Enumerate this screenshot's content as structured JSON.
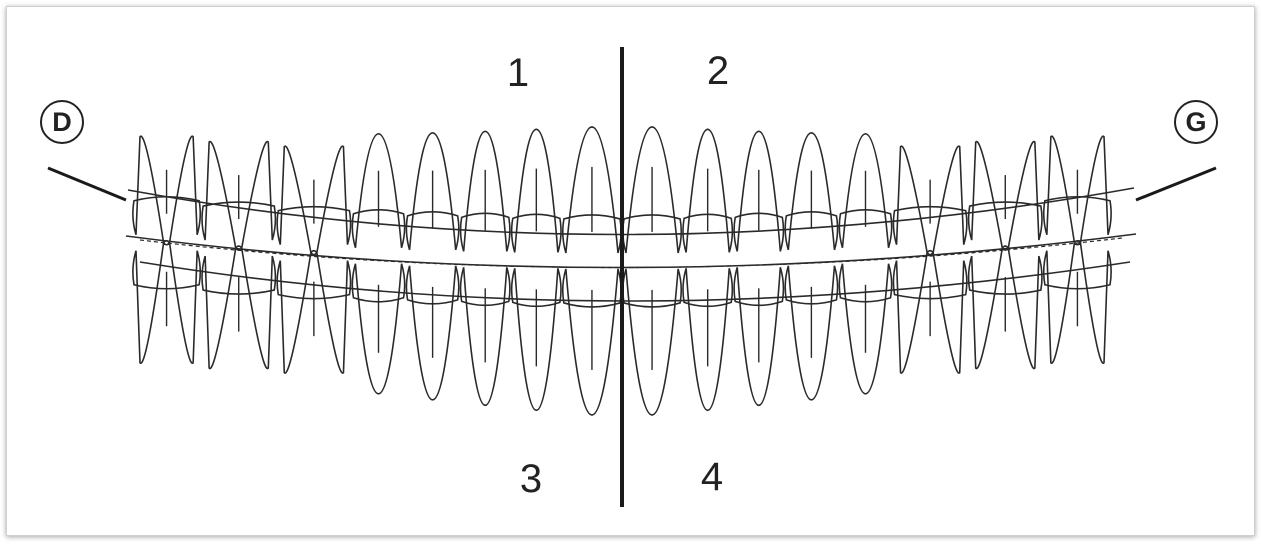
{
  "diagram": {
    "quadrants": [
      {
        "id": "q1",
        "label": "1"
      },
      {
        "id": "q2",
        "label": "2"
      },
      {
        "id": "q3",
        "label": "3"
      },
      {
        "id": "q4",
        "label": "4"
      }
    ],
    "side_right": "D",
    "side_left": "G",
    "teeth_per_quadrant": 8,
    "colors": {
      "line": "#2a2a2a",
      "background": "#ffffff",
      "frame_border": "#cfcfcf"
    }
  }
}
